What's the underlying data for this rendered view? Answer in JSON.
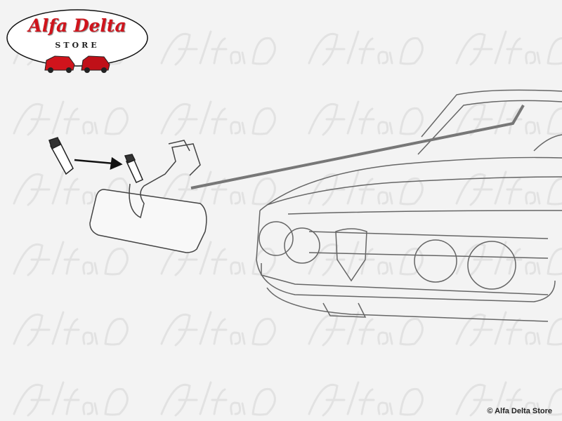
{
  "logo": {
    "title": "Alfa Delta",
    "subtitle": "STORE"
  },
  "watermark": {
    "text": "Alfa Delta"
  },
  "copyright": "© Alfa Delta Store",
  "colors": {
    "background": "#f3f3f3",
    "brand_red": "#d0141c",
    "line": "#555555"
  }
}
